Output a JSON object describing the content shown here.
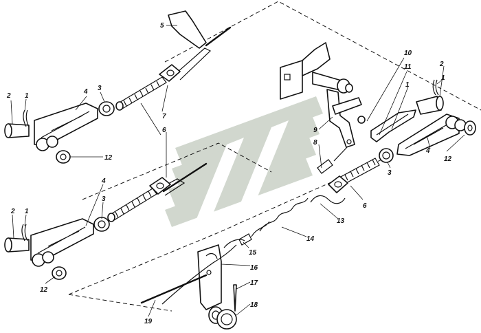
{
  "callouts": [
    "1",
    "2",
    "3",
    "4",
    "5",
    "6",
    "7",
    "8",
    "9",
    "10",
    "11",
    "12",
    "13",
    "14",
    "15",
    "16",
    "17",
    "18",
    "19"
  ],
  "watermark": {
    "color": "#c9d1c6"
  },
  "colors": {
    "line": "#111111",
    "background": "#ffffff"
  }
}
